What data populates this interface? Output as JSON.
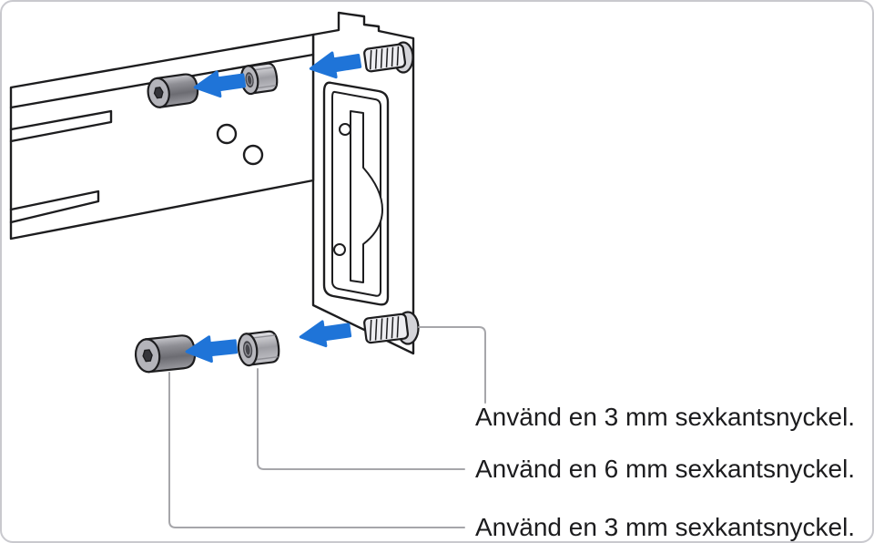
{
  "figure": {
    "type": "technical-illustration",
    "subject": "rack-rail-and-mounting-bracket-assembly",
    "parts": [
      {
        "name": "slide-rail"
      },
      {
        "name": "mounting-bracket-with-latch"
      },
      {
        "name": "threaded-stud-top"
      },
      {
        "name": "standoff-nut-top"
      },
      {
        "name": "socket-screw-top"
      },
      {
        "name": "threaded-stud-bottom"
      },
      {
        "name": "standoff-nut-bottom"
      },
      {
        "name": "socket-screw-bottom"
      },
      {
        "name": "assembly-direction-arrow-left",
        "count": 4
      }
    ]
  },
  "callouts": [
    {
      "text": "Använd en 3 mm sexkantsnyckel."
    },
    {
      "text": "Använd en 6 mm sexkantsnyckel."
    },
    {
      "text": "Använd en 3 mm sexkantsnyckel."
    }
  ],
  "colors": {
    "arrow_blue": "#1F74D8",
    "callout_line": "#A6A6AA",
    "line_art": "#1D1D1F",
    "label_text": "#1C1C1E",
    "canvas_border": "#C9C9CE",
    "background": "#FFFFFF"
  }
}
